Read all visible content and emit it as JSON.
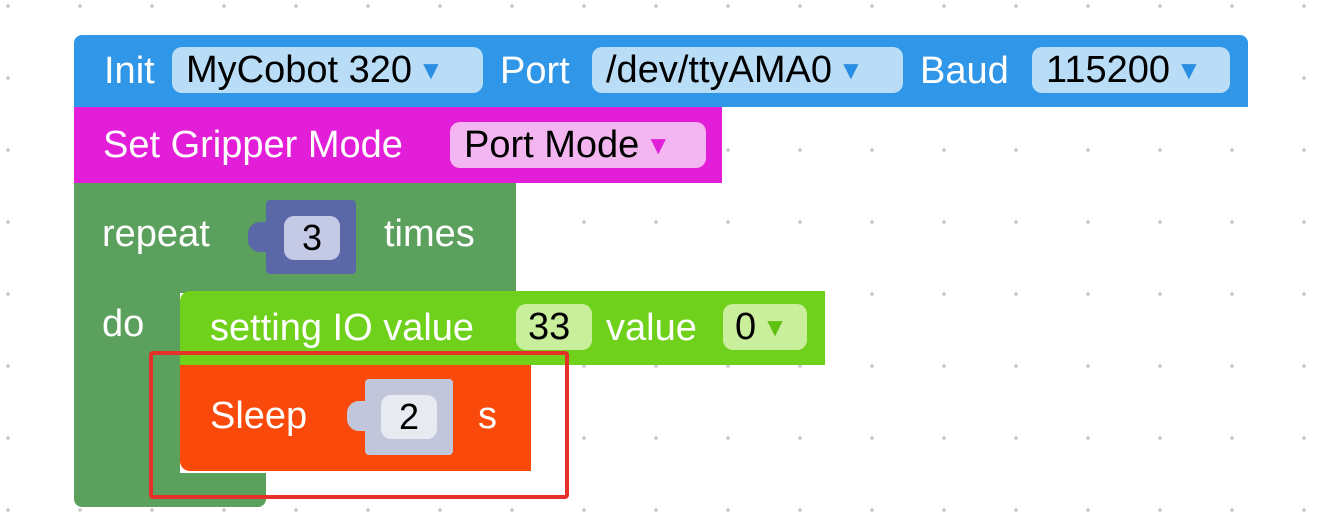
{
  "init_block": {
    "label_init": "Init",
    "robot_value": "MyCobot 320",
    "label_port": "Port",
    "port_value": "/dev/ttyAMA0",
    "label_baud": "Baud",
    "baud_value": "115200",
    "color": "#3096e8"
  },
  "gripper_block": {
    "label": "Set Gripper Mode",
    "mode_value": "Port Mode",
    "color": "#e31ed8"
  },
  "repeat_block": {
    "label_repeat": "repeat",
    "count": "3",
    "label_times": "times",
    "label_do": "do",
    "color": "#5ba05c"
  },
  "io_block": {
    "label": "setting IO value",
    "pin_value": "33",
    "label_value": "value",
    "value_value": "0",
    "color": "#6fd11b"
  },
  "sleep_block": {
    "label": "Sleep",
    "seconds": "2",
    "unit": "s",
    "color": "#fa4a0b"
  },
  "icons": {
    "dropdown_arrow": "▼"
  },
  "highlight_color": "#e8302a"
}
